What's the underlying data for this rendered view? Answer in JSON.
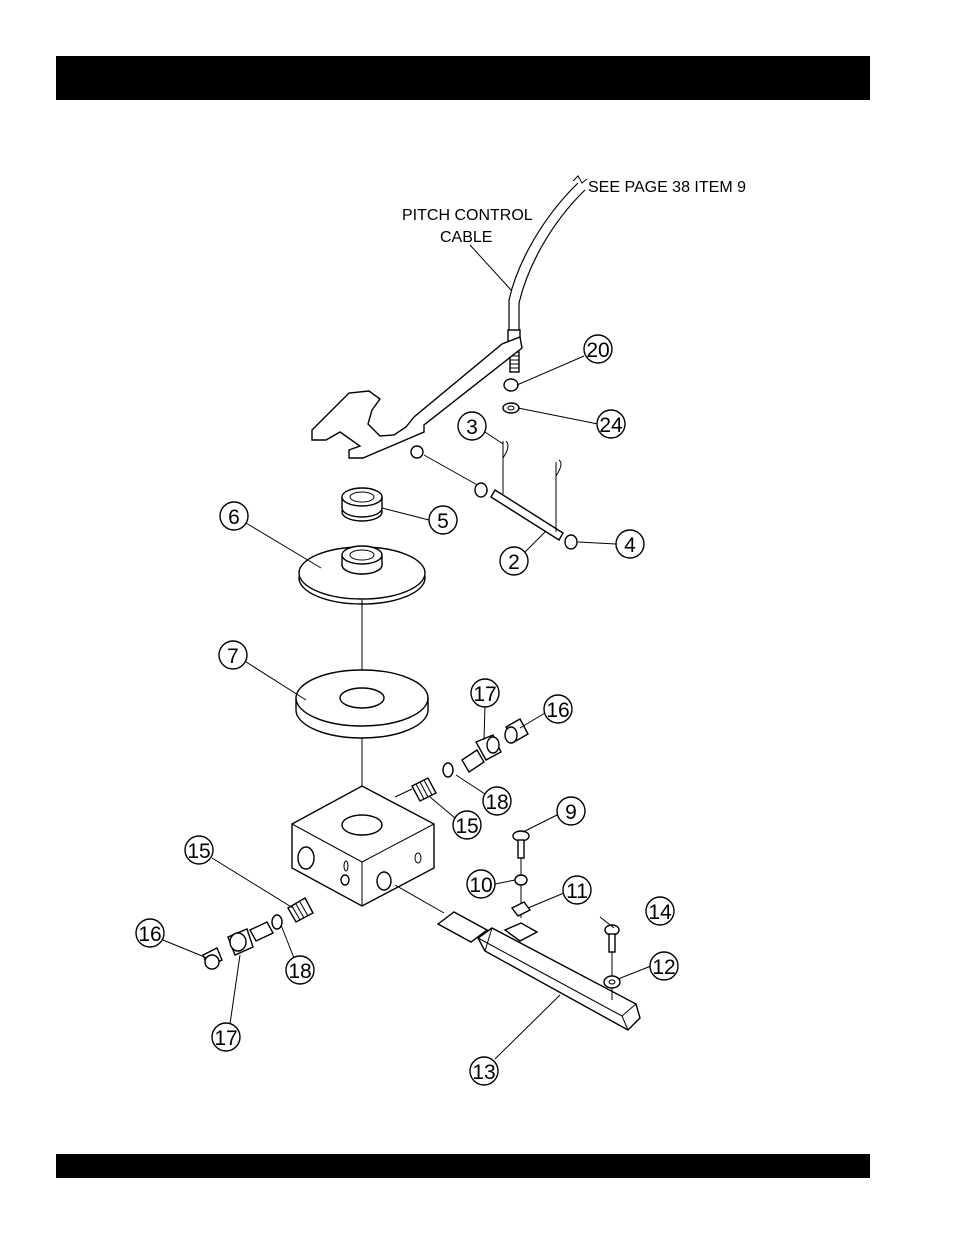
{
  "header": {
    "text": ""
  },
  "footer": {
    "text": ""
  },
  "diagram": {
    "labels": {
      "cable_line1": "PITCH CONTROL",
      "cable_line2": "CABLE",
      "see_page": "SEE PAGE 38 ITEM 9"
    },
    "callouts": [
      {
        "id": "c20",
        "number": "20"
      },
      {
        "id": "c24",
        "number": "24"
      },
      {
        "id": "c3",
        "number": "3"
      },
      {
        "id": "c5",
        "number": "5"
      },
      {
        "id": "c6",
        "number": "6"
      },
      {
        "id": "c4",
        "number": "4"
      },
      {
        "id": "c2",
        "number": "2"
      },
      {
        "id": "c7",
        "number": "7"
      },
      {
        "id": "c17a",
        "number": "17"
      },
      {
        "id": "c16a",
        "number": "16"
      },
      {
        "id": "c18a",
        "number": "18"
      },
      {
        "id": "c15a",
        "number": "15"
      },
      {
        "id": "c9",
        "number": "9"
      },
      {
        "id": "c15b",
        "number": "15"
      },
      {
        "id": "c10",
        "number": "10"
      },
      {
        "id": "c11",
        "number": "11"
      },
      {
        "id": "c16b",
        "number": "16"
      },
      {
        "id": "c14",
        "number": "14"
      },
      {
        "id": "c12",
        "number": "12"
      },
      {
        "id": "c18b",
        "number": "18"
      },
      {
        "id": "c17b",
        "number": "17"
      },
      {
        "id": "c13",
        "number": "13"
      }
    ]
  }
}
